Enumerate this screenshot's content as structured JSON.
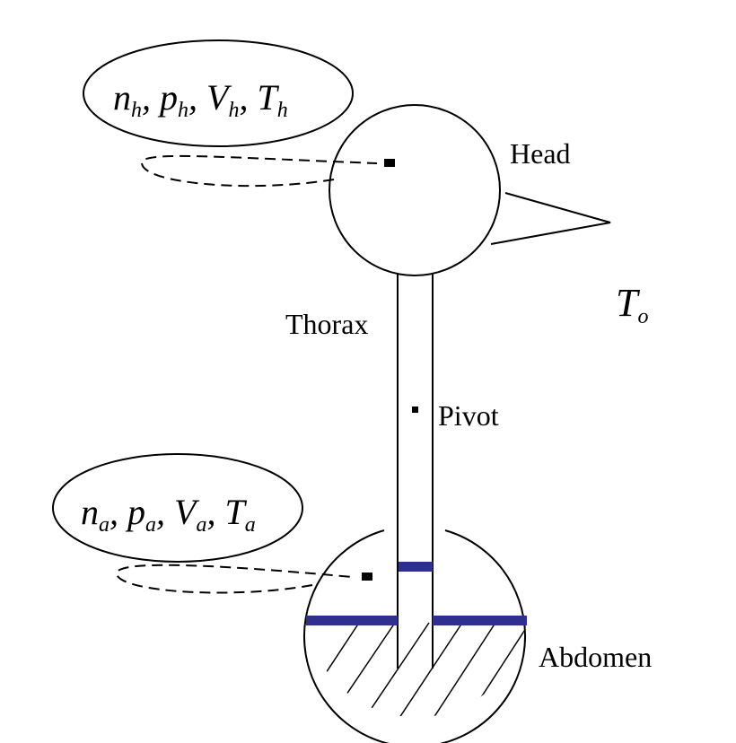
{
  "labels": {
    "head": "Head",
    "thorax": "Thorax",
    "pivot": "Pivot",
    "abdomen": "Abdomen",
    "outside_temp": {
      "symbol": "T",
      "sub": "o"
    }
  },
  "head_state": [
    {
      "symbol": "n",
      "sub": "h"
    },
    {
      "symbol": "p",
      "sub": "h"
    },
    {
      "symbol": "V",
      "sub": "h"
    },
    {
      "symbol": "T",
      "sub": "h"
    }
  ],
  "abdomen_state": [
    {
      "symbol": "n",
      "sub": "a"
    },
    {
      "symbol": "p",
      "sub": "a"
    },
    {
      "symbol": "V",
      "sub": "a"
    },
    {
      "symbol": "T",
      "sub": "a"
    }
  ],
  "colors": {
    "line": "#000000",
    "liquid_level": "#2f2f8f",
    "background": "#ffffff"
  }
}
